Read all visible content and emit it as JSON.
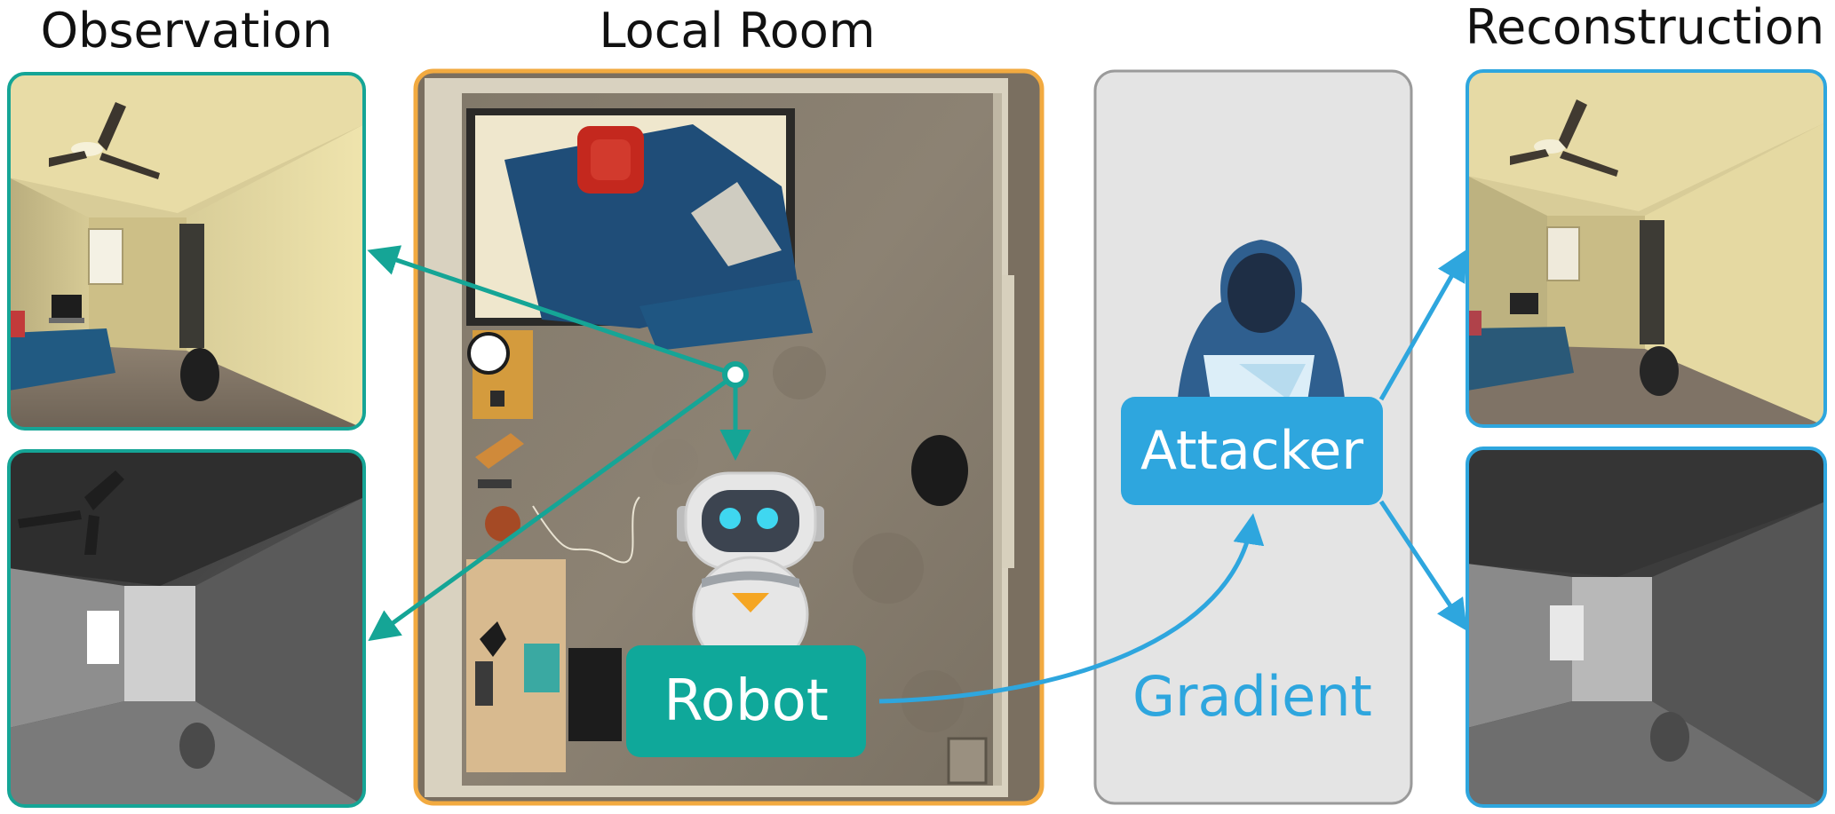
{
  "titles": {
    "observation": "Observation",
    "local_room": "Local Room",
    "reconstruction": "Reconstruction"
  },
  "labels": {
    "robot": "Robot",
    "attacker": "Attacker",
    "gradient": "Gradient"
  },
  "colors": {
    "observation_border": "#15a596",
    "room_border": "#f2aa40",
    "attacker_panel": "#e4e4e4",
    "reconstruction_border": "#2ea6de",
    "robot_teal": "#0fa89a",
    "attacker_blue": "#2ea6de"
  },
  "icons": [
    "robot-icon",
    "hooded-attacker-icon",
    "laptop-icon"
  ]
}
